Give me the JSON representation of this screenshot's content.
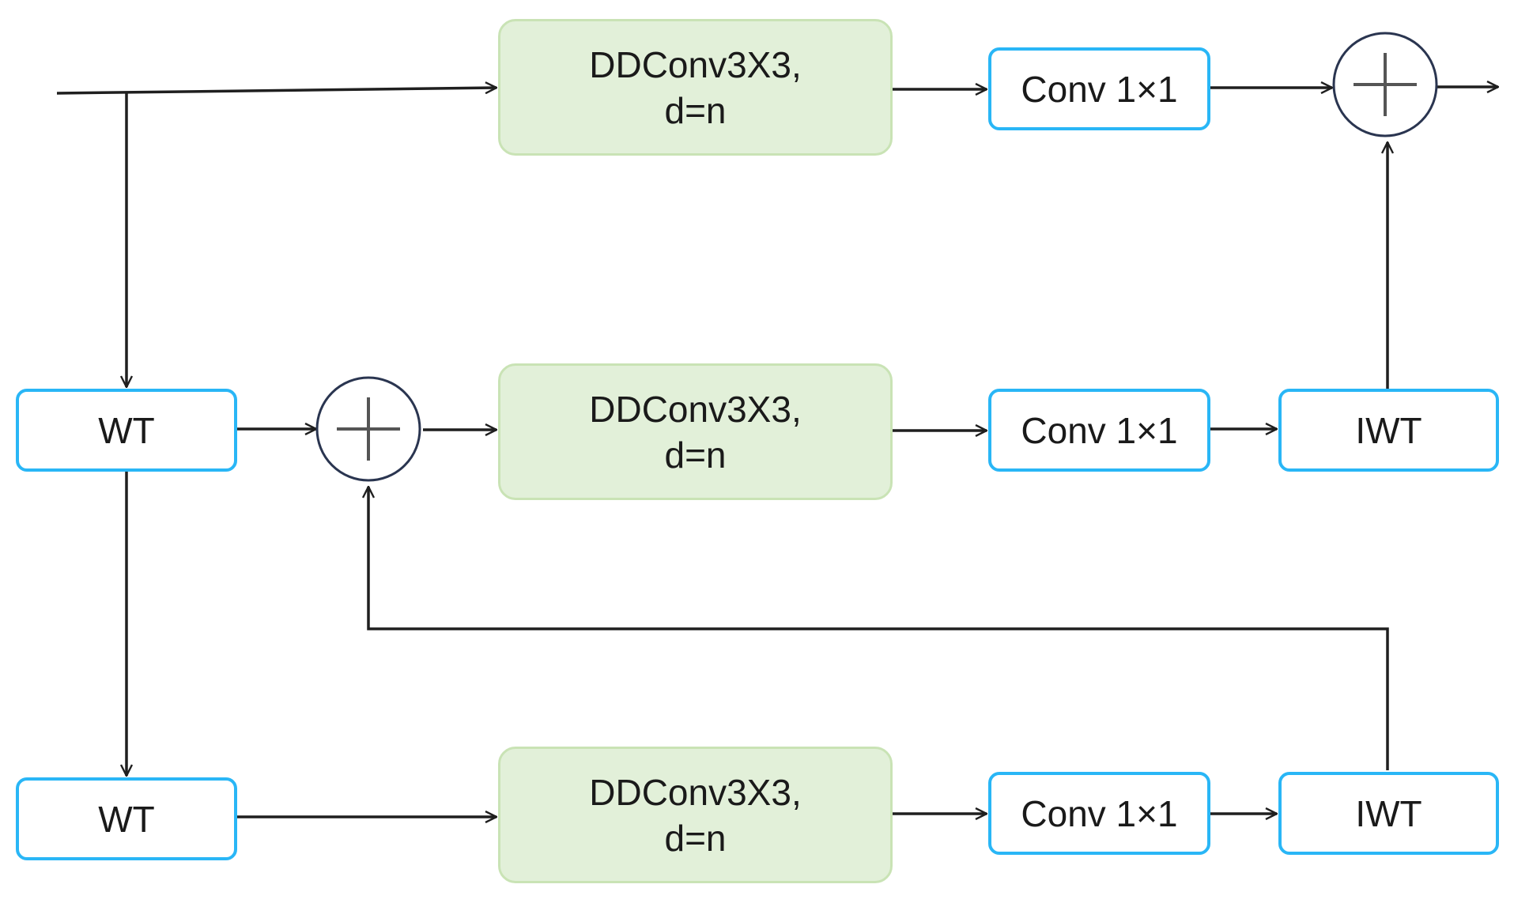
{
  "colors": {
    "conv_fill": "#e2f0d9",
    "conv_border": "#c9e3b5",
    "block_border": "#29b6f6",
    "wire": "#1f1f1f",
    "adder_border": "#2a3550"
  },
  "rows": {
    "top": {
      "ddconv_line1": "DDConv3X3,",
      "ddconv_line2": "d=n",
      "conv1x1": "Conv 1×1"
    },
    "middle": {
      "wt": "WT",
      "ddconv_line1": "DDConv3X3,",
      "ddconv_line2": "d=n",
      "conv1x1": "Conv 1×1",
      "iwt": "IWT"
    },
    "bottom": {
      "wt": "WT",
      "ddconv_line1": "DDConv3X3,",
      "ddconv_line2": "d=n",
      "conv1x1": "Conv 1×1",
      "iwt": "IWT"
    }
  },
  "adders": {
    "top_symbol": "plus-icon",
    "middle_symbol": "plus-icon"
  }
}
